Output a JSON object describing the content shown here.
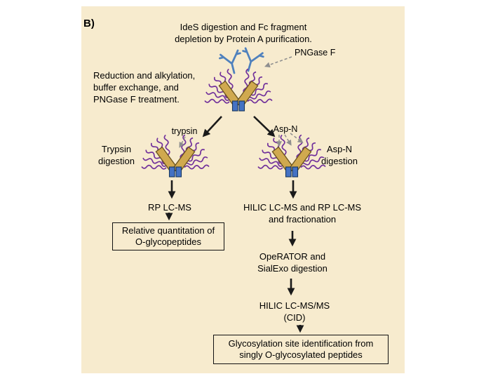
{
  "panel_label": "B)",
  "top_step": {
    "line1": "IdeS digestion and Fc fragment",
    "line2": "depletion by Protein A purification."
  },
  "reduction_step": {
    "line1": "Reduction and alkylation,",
    "line2": "buffer exchange, and",
    "line3": "PNGase F treatment."
  },
  "enzyme_labels": {
    "pngase": "PNGase F",
    "trypsin": "trypsin",
    "aspn": "Asp-N"
  },
  "trypsin_branch": {
    "line1": "Trypsin",
    "line2": "digestion"
  },
  "aspn_branch": {
    "line1": "Asp-N",
    "line2": "digestion"
  },
  "rp_lcms_label": "RP LC-MS",
  "quant_box": {
    "line1": "Relative quantitation of",
    "line2": "O-glycopeptides"
  },
  "hilic_step": {
    "line1": "HILIC LC-MS and RP LC-MS",
    "line2": "and fractionation"
  },
  "operator_step": {
    "line1": "OpeRATOR and",
    "line2": "SialExo digestion"
  },
  "hilic_msms": {
    "line1": "HILIC LC-MS/MS",
    "line2": "(CID)"
  },
  "id_box": {
    "line1": "Glycosylation site identification from",
    "line2": "singly O-glycosylated peptides"
  },
  "icons": {
    "antibody": "antibody-y-icon",
    "fab_structure": "fab-glycan-structure-icon",
    "workflow_arrow": "arrow-down-icon",
    "enzyme_arrow": "dashed-arrow-icon"
  },
  "colors": {
    "panel_bg": "#f7ebce",
    "glycan_purple": "#71309b",
    "bar_gold": "#d0a94f",
    "bar_outline": "#6a531d",
    "antibody_blue": "#4f81bd",
    "hinge_blue": "#4472c4",
    "arrow_black": "#1a1a1a",
    "dashed_gray": "#8f8f8f",
    "box_border": "#111111"
  }
}
